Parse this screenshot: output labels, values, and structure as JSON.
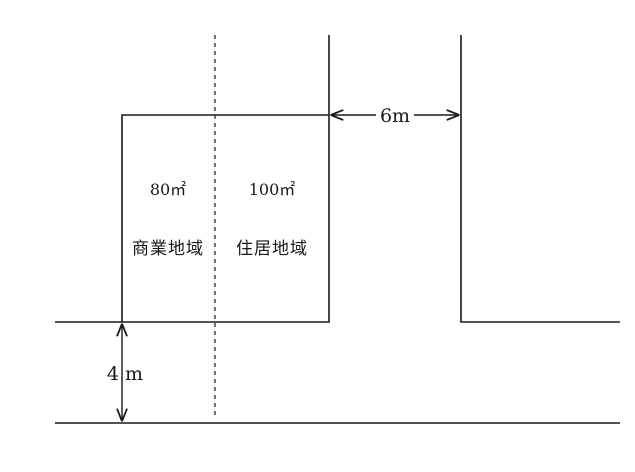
{
  "labels": {
    "commercial_area": "80㎡",
    "residential_area": "100㎡",
    "commercial_zone": "商業地域",
    "residential_zone": "住居地域",
    "road_gap": "6m",
    "front_road_width": "4 m"
  },
  "colors": {
    "ink": "#1a1a1a",
    "background": "#ffffff"
  }
}
